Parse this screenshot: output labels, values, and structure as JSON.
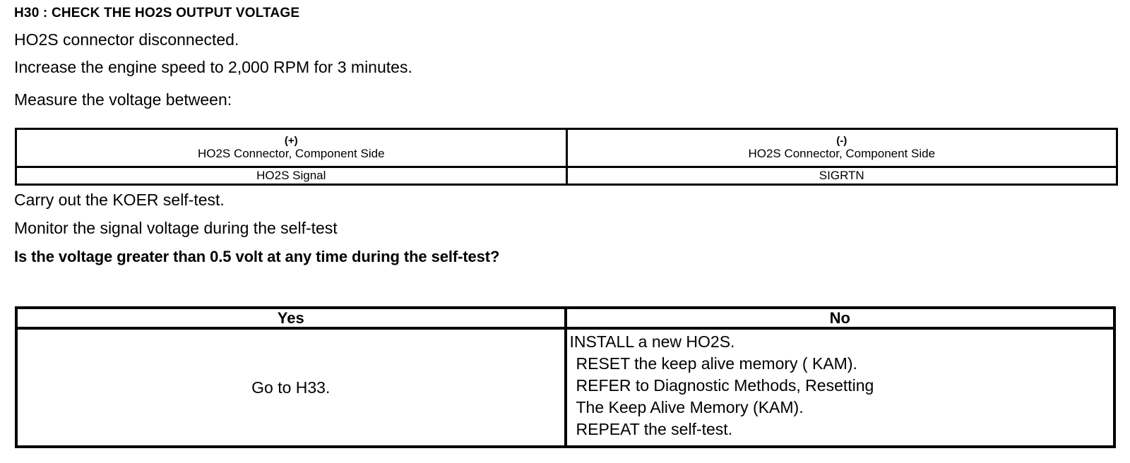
{
  "document": {
    "step_title": "H30 : CHECK THE HO2S OUTPUT VOLTAGE",
    "instructions": [
      "HO2S connector disconnected.",
      "Increase the engine speed to 2,000 RPM for 3 minutes.",
      "Measure the voltage between:"
    ],
    "post_table_instructions": [
      "Carry out the KOER self-test.",
      "Monitor the signal voltage during the self-test"
    ],
    "question": "Is the voltage greater than 0.5 volt at any time during the self-test?"
  },
  "measurement_table": {
    "columns": [
      {
        "polarity": "(+)",
        "location": "HO2S Connector, Component Side",
        "terminal": "HO2S Signal"
      },
      {
        "polarity": "(-)",
        "location": "HO2S Connector, Component Side",
        "terminal": "SIGRTN"
      }
    ]
  },
  "decision_table": {
    "headers": [
      "Yes",
      "No"
    ],
    "yes_action": "Go to H33.",
    "no_actions": [
      "INSTALL a new HO2S.",
      "RESET the keep alive memory ( KAM).",
      "REFER to  Diagnostic Methods, Resetting",
      "The Keep Alive Memory (KAM).",
      "REPEAT the self-test."
    ]
  },
  "colors": {
    "text": "#000000",
    "background": "#ffffff",
    "border": "#000000"
  }
}
